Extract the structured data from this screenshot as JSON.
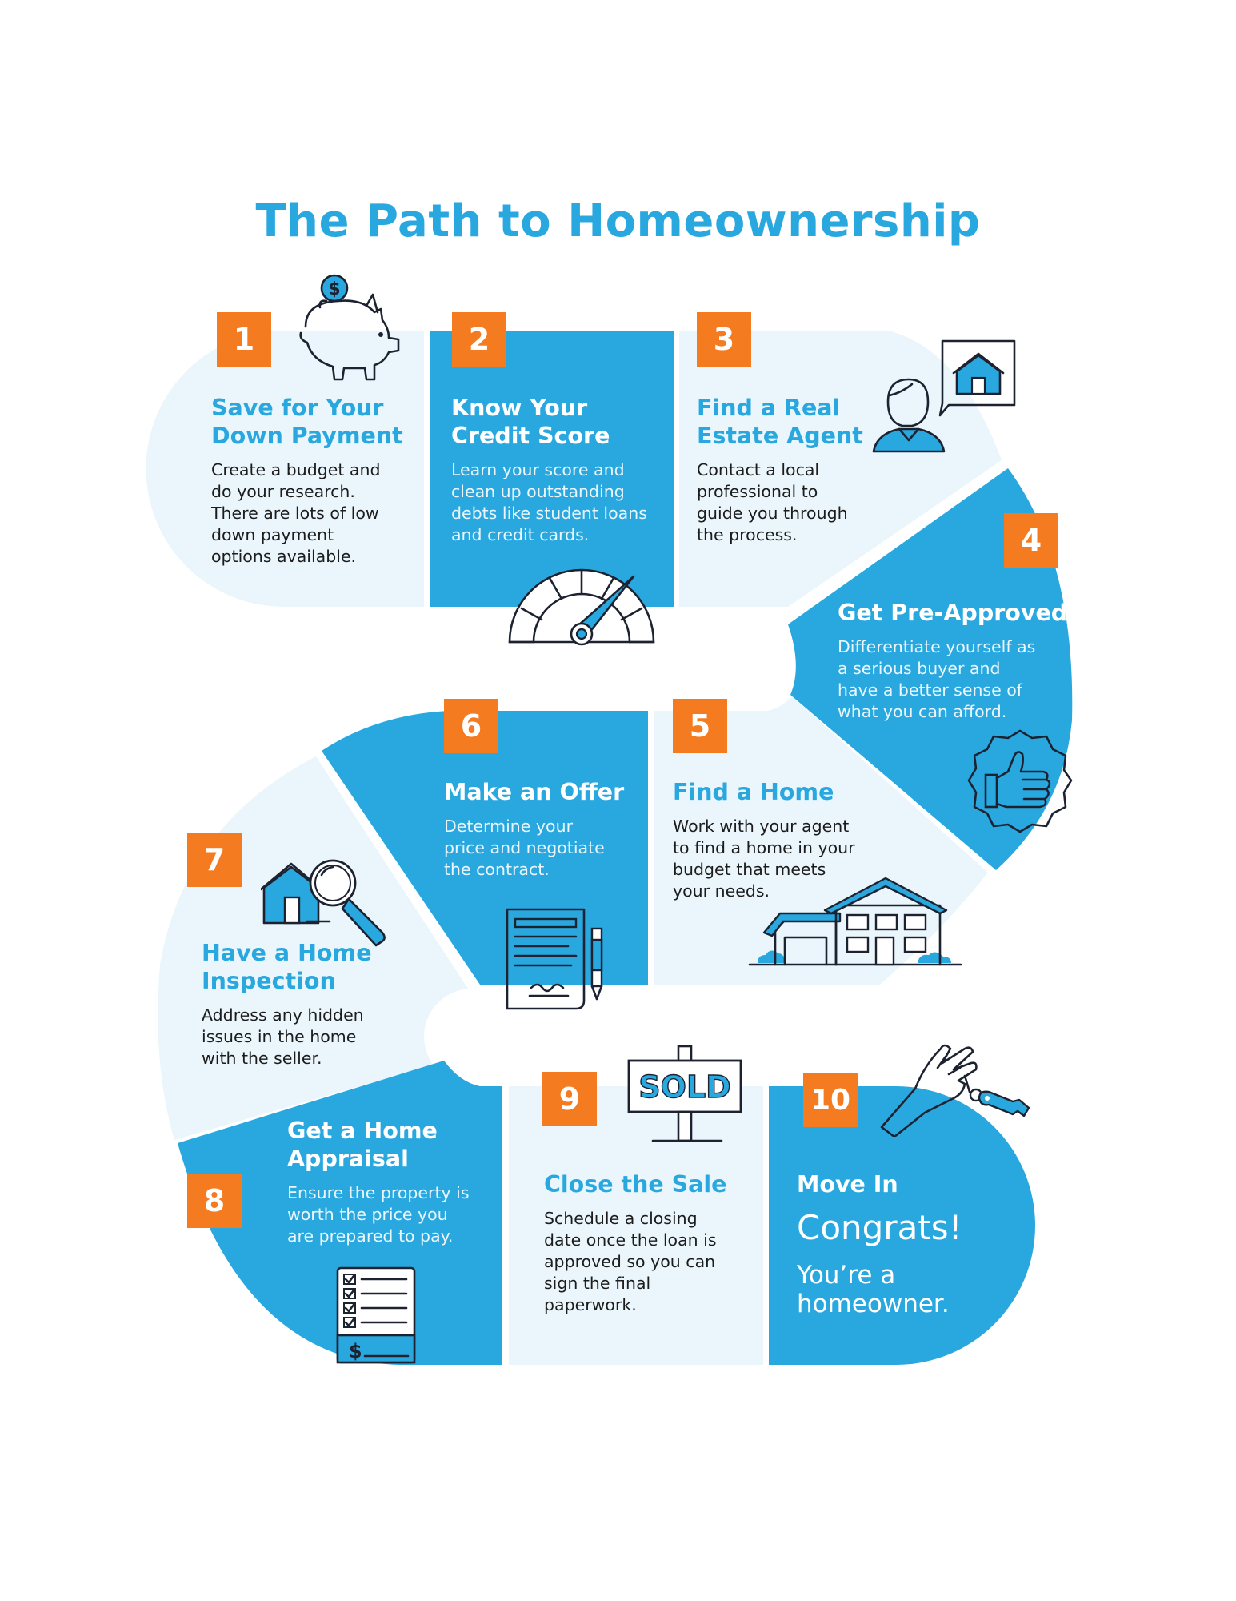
{
  "title": "The Path to Homeownership",
  "colors": {
    "blue": "#29a8e0",
    "light_blue": "#eaf6fc",
    "orange": "#f47b20",
    "text": "#1c1c1c",
    "white": "#ffffff"
  },
  "steps": [
    {
      "number": "1",
      "title_lines": [
        "Save for Your",
        "Down Payment"
      ],
      "body": [
        "Create a budget and",
        "do your research.",
        "There are lots of low",
        "down payment",
        "options available."
      ],
      "icon": "piggy-bank-icon"
    },
    {
      "number": "2",
      "title_lines": [
        "Know Your",
        "Credit Score"
      ],
      "body": [
        "Learn your score and",
        "clean up outstanding",
        "debts like student loans",
        "and credit cards."
      ],
      "icon": "credit-gauge-icon"
    },
    {
      "number": "3",
      "title_lines": [
        "Find a Real",
        "Estate Agent"
      ],
      "body": [
        "Contact a local",
        "professional to",
        "guide you through",
        "the process."
      ],
      "icon": "agent-icon"
    },
    {
      "number": "4",
      "title_lines": [
        "Get Pre-Approved"
      ],
      "body": [
        "Differentiate yourself as",
        "a serious buyer and",
        "have a better sense of",
        "what you can afford."
      ],
      "icon": "thumbs-up-badge-icon"
    },
    {
      "number": "5",
      "title_lines": [
        "Find a Home"
      ],
      "body": [
        "Work with your agent",
        "to find a home in your",
        "budget that meets",
        "your needs."
      ],
      "icon": "house-icon"
    },
    {
      "number": "6",
      "title_lines": [
        "Make an Offer"
      ],
      "body": [
        "Determine your",
        "price and negotiate",
        "the contract."
      ],
      "icon": "contract-pen-icon"
    },
    {
      "number": "7",
      "title_lines": [
        "Have a Home",
        "Inspection"
      ],
      "body": [
        "Address any hidden",
        "issues in the home",
        "with the seller."
      ],
      "icon": "home-inspection-icon"
    },
    {
      "number": "8",
      "title_lines": [
        "Get a Home",
        "Appraisal"
      ],
      "body": [
        "Ensure the property is",
        "worth the price you",
        "are prepared to pay."
      ],
      "icon": "appraisal-checklist-icon"
    },
    {
      "number": "9",
      "title_lines": [
        "Close the Sale"
      ],
      "body": [
        "Schedule a closing",
        "date once the loan is",
        "approved so you can",
        "sign the final",
        "paperwork."
      ],
      "icon": "sold-sign-icon"
    },
    {
      "number": "10",
      "title_lines": [
        "Move In"
      ],
      "congrats": "Congrats!",
      "final_lines": [
        "You’re a",
        "homeowner."
      ],
      "icon": "hand-keys-icon"
    }
  ],
  "icon_text": {
    "piggy_coin": "$",
    "sold_sign": "SOLD",
    "appraisal_dollar": "$"
  }
}
